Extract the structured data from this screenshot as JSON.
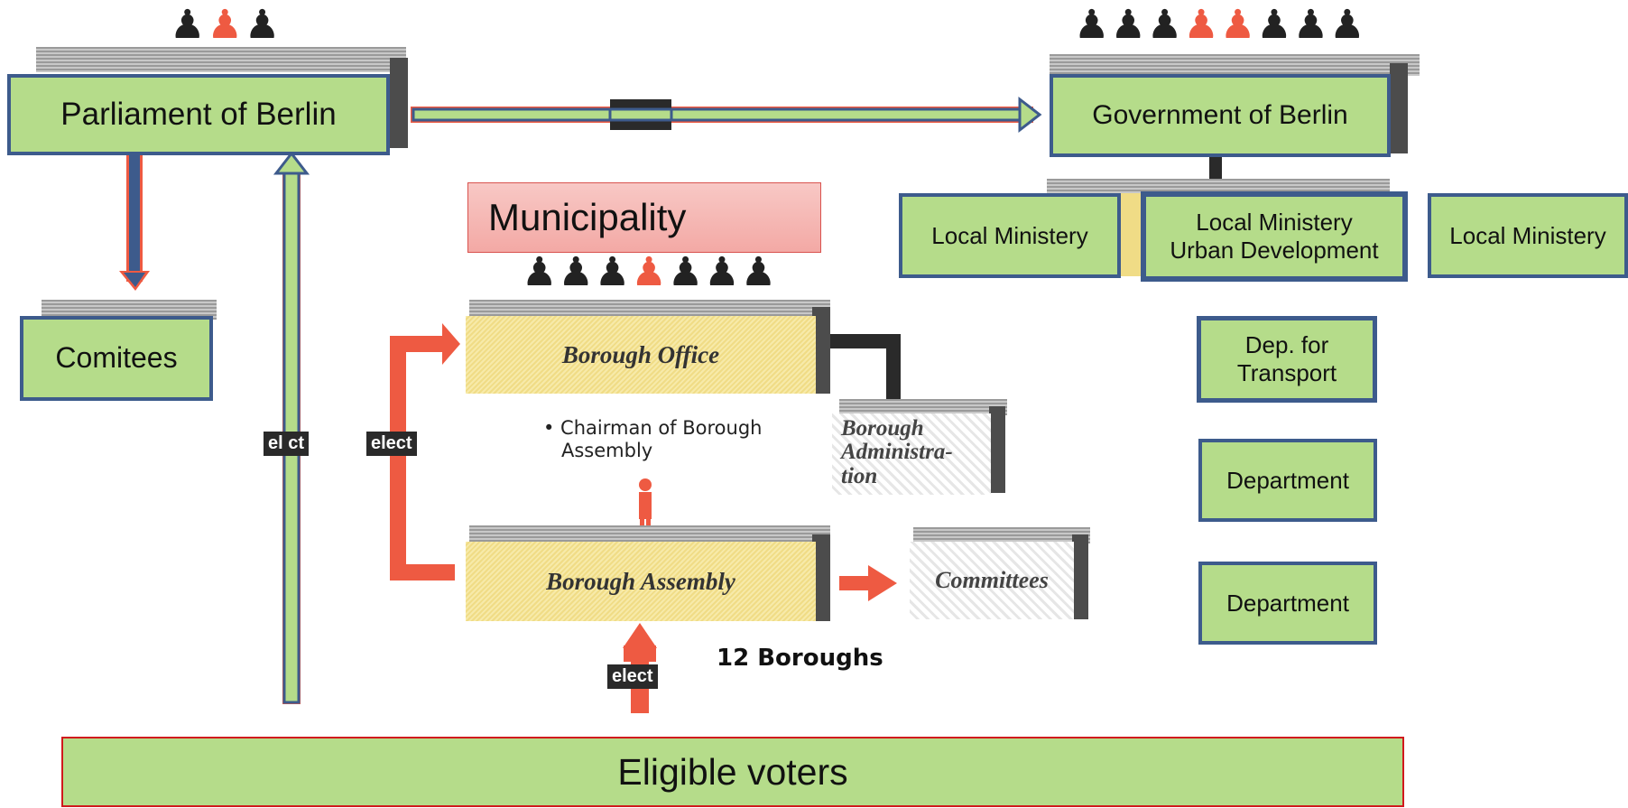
{
  "parliament": {
    "label": "Parliament of Berlin"
  },
  "government": {
    "label": "Government  of Berlin"
  },
  "committees_left": {
    "label": "Comitees"
  },
  "municipality": {
    "label": "Municipality"
  },
  "ministries": [
    {
      "line1": "Local  Ministery",
      "line2": ""
    },
    {
      "line1": "Local  Ministery",
      "line2": "Urban Development"
    },
    {
      "line1": "Local Ministery",
      "line2": ""
    }
  ],
  "departments": [
    {
      "line1": "Dep. for",
      "line2": "Transport"
    },
    {
      "line1": "Department",
      "line2": ""
    },
    {
      "line1": "Department",
      "line2": ""
    }
  ],
  "borough_office": {
    "label": "Borough Office"
  },
  "borough_assembly": {
    "label": "Borough Assembly"
  },
  "borough_administration": {
    "line1": "Borough",
    "line2": "Administra-",
    "line3": "tion"
  },
  "borough_committees": {
    "label": "Committees"
  },
  "chairman": {
    "line1": "• Chairman of Borough",
    "line2": "Assembly"
  },
  "elect_label": "elect",
  "elect_label_left": "el  ct",
  "boroughs_count": "12 Boroughs",
  "voters": {
    "label": "Eligible  voters"
  },
  "colors": {
    "box_fill": "#b5dc8a",
    "box_border": "#3d5b8c",
    "arrow_red": "#ee5a42",
    "municipality_fill": "#f5b8b5"
  }
}
